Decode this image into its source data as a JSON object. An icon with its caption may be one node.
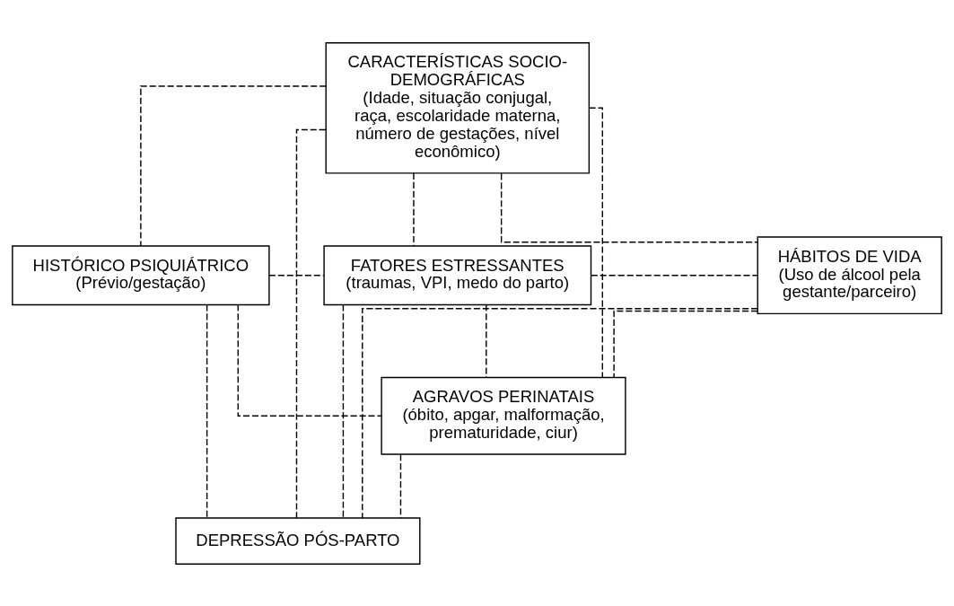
{
  "diagram": {
    "nodes": [
      {
        "text": [
          "CARACTERÍSTICAS SOCIO-DEMOGRÁFICAS",
          "(Idade, situação conjugal, raça, escolaridade materna, número de gestações, nível econômico)"
        ]
      },
      {
        "text": [
          "HISTÓRICO PSIQUIÁTRICO",
          "(Prévio/gestação)"
        ]
      },
      {
        "text": [
          "FATORES ESTRESSANTES",
          "(traumas, VPI, medo do parto)"
        ]
      },
      {
        "text": [
          "HÁBITOS DE VIDA",
          "(Uso de álcool pela gestante/parceiro)"
        ]
      },
      {
        "text": [
          "AGRAVOS PERINATAIS",
          "(óbito, apgar, malformação, prematuridade, ciur)"
        ]
      },
      {
        "text": [
          "DEPRESSÃO PÓS-PARTO"
        ]
      }
    ],
    "edges": [
      {
        "from": 0,
        "to": 1,
        "arrow": "none",
        "style": "dashed"
      },
      {
        "from": 0,
        "to": 3,
        "arrow": "none",
        "style": "dashed"
      },
      {
        "from": 0,
        "to": 5,
        "arrow": "none",
        "style": "dashed"
      },
      {
        "from": 0,
        "to": 4,
        "arrow": "none",
        "style": "dashed"
      },
      {
        "from": 0,
        "to": 2,
        "arrow": "none",
        "style": "dashed"
      },
      {
        "from": 1,
        "to": 2,
        "arrow": "none",
        "style": "dashed"
      },
      {
        "from": 2,
        "to": 3,
        "arrow": "none",
        "style": "dashed"
      },
      {
        "from": 2,
        "to": 4,
        "arrow": "none",
        "style": "dashed"
      },
      {
        "from": 2,
        "to": 5,
        "arrow": "none",
        "style": "dashed"
      },
      {
        "from": 1,
        "to": 4,
        "arrow": "none",
        "style": "dashed"
      },
      {
        "from": 1,
        "to": 5,
        "arrow": "none",
        "style": "dashed"
      },
      {
        "from": 3,
        "to": 4,
        "arrow": "none",
        "style": "dashed"
      },
      {
        "from": 3,
        "to": 5,
        "arrow": "none",
        "style": "dashed"
      },
      {
        "from": 4,
        "to": 5,
        "arrow": "none",
        "style": "dashed"
      }
    ]
  }
}
